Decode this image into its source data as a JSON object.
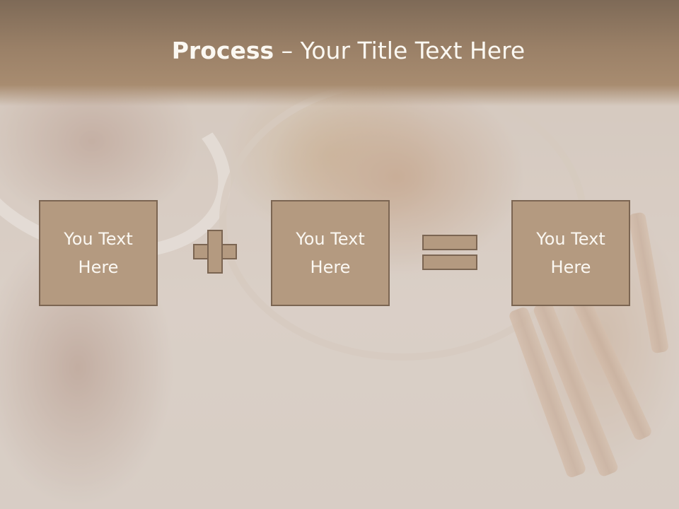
{
  "slide": {
    "title_bold": "Process",
    "title_separator": " – ",
    "title_rest": "Your Title Text Here"
  },
  "boxes": [
    {
      "label": "You Text Here"
    },
    {
      "label": "You Text Here"
    },
    {
      "label": "You Text Here"
    }
  ],
  "operators": [
    "plus-icon",
    "equals-icon"
  ],
  "colors": {
    "header": "#9a8067",
    "box_fill": "#b49a80",
    "box_border": "#7b6552",
    "text": "#fbf8f2"
  }
}
